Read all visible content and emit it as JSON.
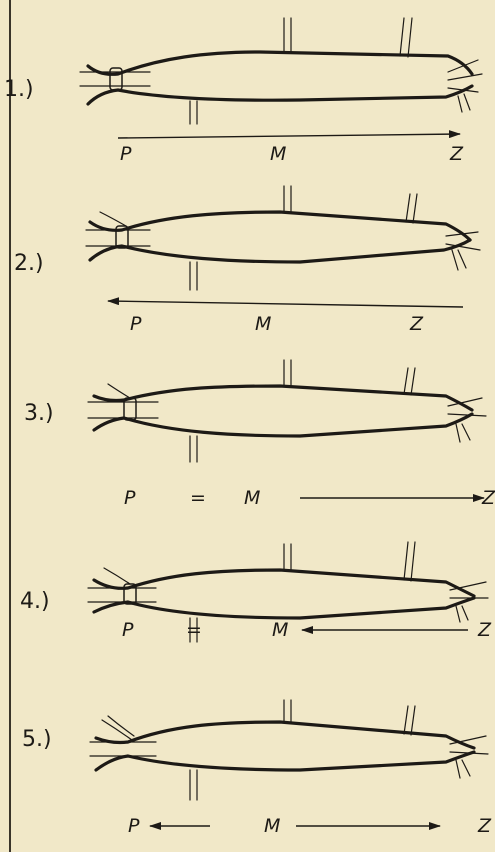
{
  "diagrams": [
    {
      "number": "1.)",
      "labels": [
        "P",
        "M",
        "Z"
      ],
      "arrow": "right"
    },
    {
      "number": "2.)",
      "labels": [
        "P",
        "M",
        "Z"
      ],
      "arrow": "left"
    },
    {
      "number": "3.)",
      "labels": [
        "P",
        "=",
        "M",
        "Z"
      ],
      "arrow": "right"
    },
    {
      "number": "4.)",
      "labels": [
        "P",
        "=",
        "M",
        "Z"
      ],
      "arrow": "left"
    },
    {
      "number": "5.)",
      "labels": [
        "P",
        "M",
        "Z"
      ],
      "arrow": "both"
    }
  ]
}
